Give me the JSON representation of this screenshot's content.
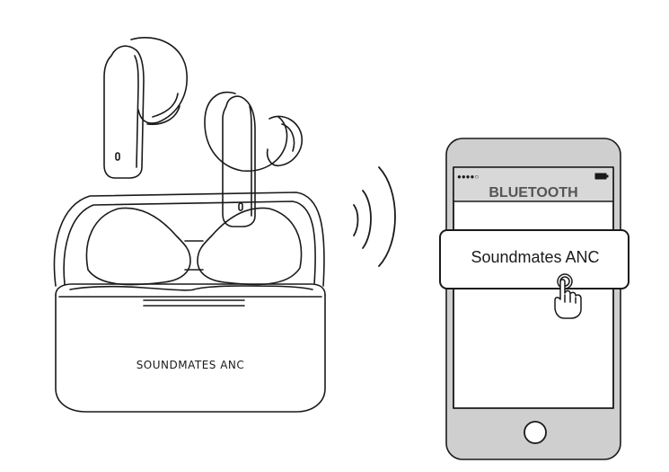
{
  "case": {
    "brand_text": "SOUNDMATES ANC"
  },
  "phone": {
    "signal_dots": "●●●●○",
    "battery_icon": "battery-icon",
    "screen_title": "BLUETOOTH",
    "device_entry": "Soundmates ANC"
  },
  "icons": {
    "signal": "wireless-signal-icon",
    "tap": "tap-hand-icon",
    "home": "home-button-icon"
  },
  "colors": {
    "line": "#1a1a1a",
    "phone_body": "#cfcfcf",
    "status_bar": "#d8d8d8",
    "title_text": "#555555",
    "screen": "#ffffff"
  }
}
